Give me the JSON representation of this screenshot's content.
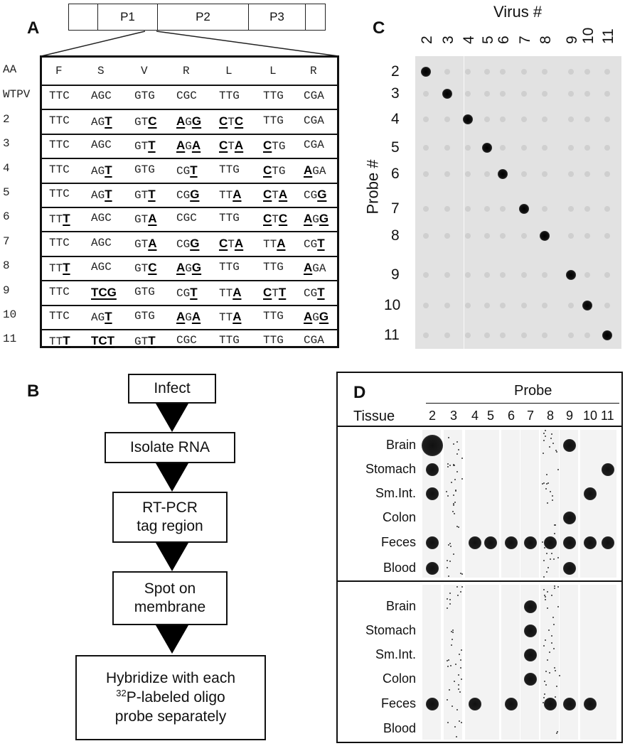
{
  "panelA": {
    "letter": "A",
    "segments": [
      "P1",
      "P2",
      "P3"
    ],
    "aa_label": "AA",
    "amino_acids": [
      "F",
      "S",
      "V",
      "R",
      "L",
      "L",
      "R"
    ],
    "rows": [
      {
        "label": "WTPV",
        "codons": [
          "TTC",
          "AGC",
          "GTG",
          "CGC",
          "TTG",
          "TTG",
          "CGA"
        ]
      },
      {
        "label": "2",
        "codons": [
          "TTC",
          "AG[T]",
          "GT[C]",
          "[A]G[G]",
          "[C]T[C]",
          "TTG",
          "CGA"
        ]
      },
      {
        "label": "3",
        "codons": [
          "TTC",
          "AGC",
          "GT[T]",
          "[A]G[A]",
          "[C]T[A]",
          "[C]TG",
          "CGA"
        ]
      },
      {
        "label": "4",
        "codons": [
          "TTC",
          "AG[T]",
          "GTG",
          "CG[T]",
          "TTG",
          "[C]TG",
          "[A]GA"
        ]
      },
      {
        "label": "5",
        "codons": [
          "TTC",
          "AG[T]",
          "GT[T]",
          "CG[G]",
          "TT[A]",
          "[C]T[A]",
          "CG[G]"
        ]
      },
      {
        "label": "6",
        "codons": [
          "TT[T]",
          "AGC",
          "GT[A]",
          "CGC",
          "TTG",
          "[C]T[C]",
          "[A]G[G]"
        ]
      },
      {
        "label": "7",
        "codons": [
          "TTC",
          "AGC",
          "GT[A]",
          "CG[G]",
          "[C]T[A]",
          "TT[A]",
          "CG[T]"
        ]
      },
      {
        "label": "8",
        "codons": [
          "TT[T]",
          "AGC",
          "GT[C]",
          "[A]G[G]",
          "TTG",
          "TTG",
          "[A]GA"
        ]
      },
      {
        "label": "9",
        "codons": [
          "TTC",
          "[TCG]",
          "GTG",
          "CG[T]",
          "TT[A]",
          "[C]T[T]",
          "CG[T]"
        ]
      },
      {
        "label": "10",
        "codons": [
          "TTC",
          "AG[T]",
          "GTG",
          "[A]G[A]",
          "TT[A]",
          "TTG",
          "[A]G[G]"
        ]
      },
      {
        "label": "11",
        "codons": [
          "TT[T]",
          "[TCT]",
          "GT[T]",
          "CGC",
          "TTG",
          "TTG",
          "CGA"
        ]
      }
    ]
  },
  "panelB": {
    "letter": "B",
    "steps": [
      "Infect",
      "Isolate RNA",
      "RT-PCR\ntag region",
      "Spot on\nmembrane"
    ],
    "final_step": {
      "line1": "Hybridize with each",
      "sup": "32",
      "line2": "P-labeled oligo",
      "line3": "probe separately"
    }
  },
  "panelC": {
    "letter": "C",
    "x_title": "Virus #",
    "y_title": "Probe #",
    "virus_labels": [
      "2",
      "3",
      "4",
      "5",
      "6",
      "7",
      "8",
      "9",
      "10",
      "11"
    ],
    "probe_labels": [
      "2",
      "3",
      "4",
      "5",
      "6",
      "7",
      "8",
      "9",
      "10",
      "11"
    ],
    "chart_data": {
      "type": "heatmap",
      "x": [
        "2",
        "3",
        "4",
        "5",
        "6",
        "7",
        "8",
        "9",
        "10",
        "11"
      ],
      "y": [
        "2",
        "3",
        "4",
        "5",
        "6",
        "7",
        "8",
        "9",
        "10",
        "11"
      ],
      "xlabel": "Virus #",
      "ylabel": "Probe #",
      "hits": [
        [
          "2",
          "2"
        ],
        [
          "3",
          "3"
        ],
        [
          "4",
          "4"
        ],
        [
          "5",
          "5"
        ],
        [
          "6",
          "6"
        ],
        [
          "7",
          "7"
        ],
        [
          "8",
          "8"
        ],
        [
          "9",
          "9"
        ],
        [
          "10",
          "10"
        ],
        [
          "11",
          "11"
        ]
      ]
    }
  },
  "panelD": {
    "letter": "D",
    "probe_title": "Probe",
    "tissue_header": "Tissue",
    "probes": [
      "2",
      "3",
      "4",
      "5",
      "6",
      "7",
      "8",
      "9",
      "10",
      "11"
    ],
    "tissues": [
      "Brain",
      "Stomach",
      "Sm.Int.",
      "Colon",
      "Feces",
      "Blood"
    ],
    "blot_top": [
      {
        "tissue": "Brain",
        "probes": [
          "2",
          "9"
        ]
      },
      {
        "tissue": "Stomach",
        "probes": [
          "2",
          "11"
        ]
      },
      {
        "tissue": "Sm.Int.",
        "probes": [
          "2",
          "10"
        ]
      },
      {
        "tissue": "Colon",
        "probes": [
          "9"
        ]
      },
      {
        "tissue": "Feces",
        "probes": [
          "2",
          "4",
          "5",
          "6",
          "7",
          "8",
          "9",
          "10",
          "11"
        ]
      },
      {
        "tissue": "Blood",
        "probes": [
          "2",
          "9"
        ]
      }
    ],
    "blot_bottom": [
      {
        "tissue": "Brain",
        "probes": [
          "7"
        ]
      },
      {
        "tissue": "Stomach",
        "probes": [
          "7"
        ]
      },
      {
        "tissue": "Sm.Int.",
        "probes": [
          "7"
        ]
      },
      {
        "tissue": "Colon",
        "probes": [
          "7"
        ]
      },
      {
        "tissue": "Feces",
        "probes": [
          "2",
          "4",
          "6",
          "8",
          "9",
          "10"
        ]
      },
      {
        "tissue": "Blood",
        "probes": []
      }
    ]
  }
}
